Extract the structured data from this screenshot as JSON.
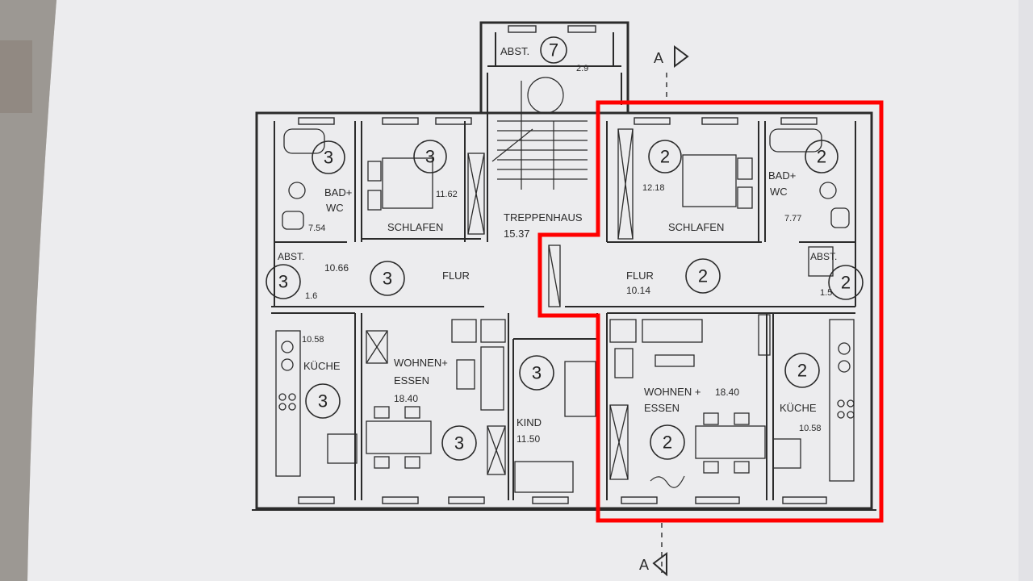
{
  "section_marker": {
    "letter": "A"
  },
  "circles": [
    {
      "label": "7"
    },
    {
      "label": "3"
    },
    {
      "label": "3"
    },
    {
      "label": "3"
    },
    {
      "label": "3"
    },
    {
      "label": "3"
    },
    {
      "label": "3"
    },
    {
      "label": "3"
    },
    {
      "label": "2"
    },
    {
      "label": "2"
    },
    {
      "label": "2"
    },
    {
      "label": "2"
    },
    {
      "label": "2"
    },
    {
      "label": "2"
    }
  ],
  "rooms": {
    "abst_top": "ABST.",
    "abst_top_area": "2.9",
    "treppenhaus": "TREPPENHAUS",
    "treppenhaus_area": "15.37",
    "left": {
      "bad": "BAD+",
      "bad2": "WC",
      "bad_area": "7.54",
      "schlafen": "SCHLAFEN",
      "schlafen_area": "11.62",
      "abst": "ABST.",
      "abst_area": "1.6",
      "flur": "FLUR",
      "flur_area": "10.66",
      "kueche": "KÜCHE",
      "kueche_area": "10.58",
      "wohnen": "WOHNEN+",
      "wohnen2": "ESSEN",
      "wohnen_area": "18.40",
      "kind": "KIND",
      "kind_area": "11.50"
    },
    "right": {
      "schlafen": "SCHLAFEN",
      "schlafen_area": "12.18",
      "bad": "BAD+",
      "bad2": "WC",
      "bad_area": "7.77",
      "abst": "ABST.",
      "abst_area": "1.5",
      "flur": "FLUR",
      "flur_area": "10.14",
      "wohnen": "WOHNEN +",
      "wohnen2": "ESSEN",
      "wohnen_area": "18.40",
      "kueche": "KÜCHE",
      "kueche_area": "10.58"
    }
  },
  "highlight": {
    "color": "#ff0000"
  },
  "colors": {
    "paper": "#eeeef0",
    "ink": "#2b2b2b",
    "background": "#c9c6c2"
  }
}
